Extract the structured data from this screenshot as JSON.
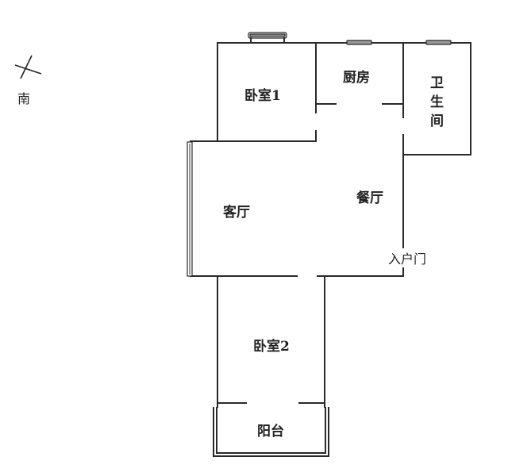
{
  "compass": {
    "direction_label": "南",
    "icon": "compass-cross-icon"
  },
  "rooms": {
    "bedroom1": "卧室1",
    "kitchen": "厨房",
    "bathroom": [
      "卫",
      "生",
      "间"
    ],
    "living_room": "客厅",
    "dining_room": "餐厅",
    "entrance": "入户门",
    "bedroom2": "卧室2",
    "balcony": "阳台"
  },
  "colors": {
    "wall": "#2a2a2a",
    "window_fill": "#9a9a9a",
    "background": "#ffffff"
  }
}
